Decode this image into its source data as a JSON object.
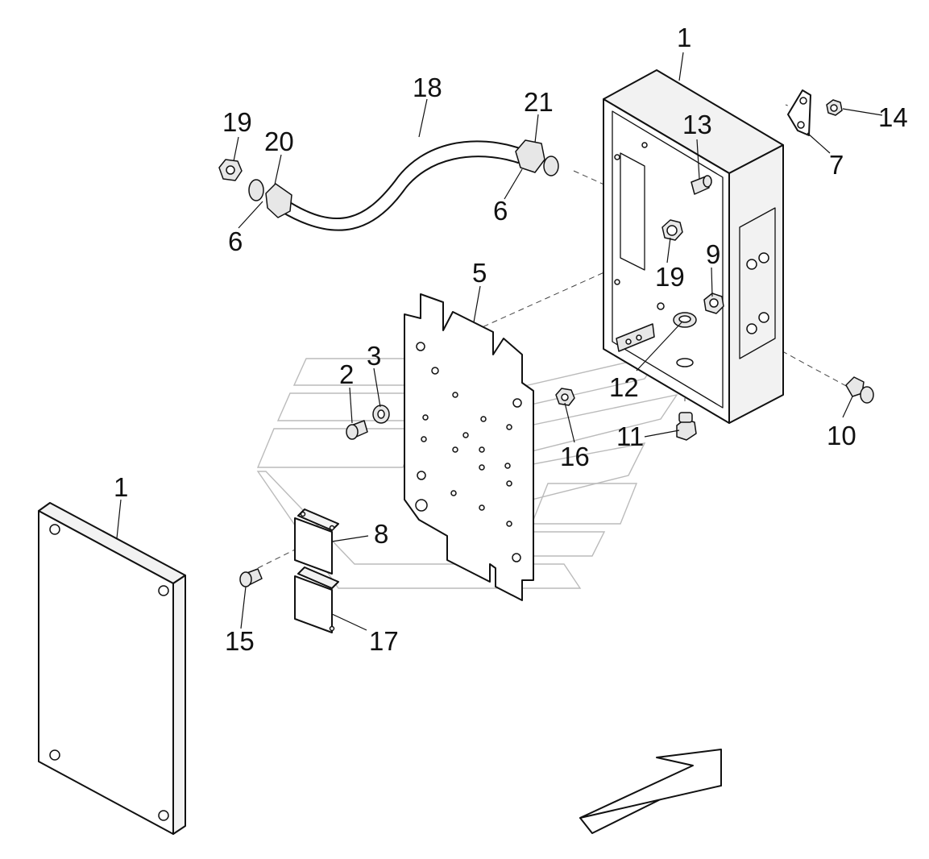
{
  "diagram": {
    "labels": {
      "box_top": "1",
      "cover": "1",
      "screw_2": "2",
      "washer_3": "3",
      "plate_5": "5",
      "adapter_left": "6",
      "adapter_right": "6",
      "lug_7": "7",
      "relay_8": "8",
      "nut_9": "9",
      "connector_10": "10",
      "connector_11": "11",
      "grommet_12": "12",
      "screw_13": "13",
      "nut_14": "14",
      "screw_15": "15",
      "nut_16": "16",
      "relay_17": "17",
      "hose_18": "18",
      "nut_19_left": "19",
      "nut_19_box": "19",
      "fitting_20": "20",
      "fitting_21": "21"
    }
  }
}
